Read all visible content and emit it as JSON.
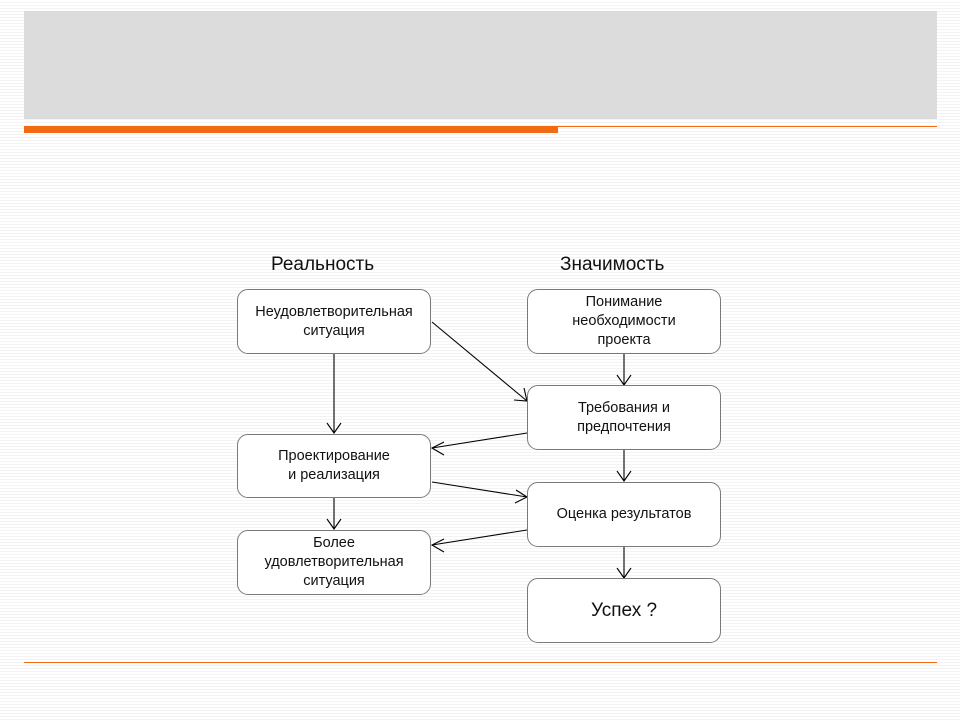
{
  "diagram": {
    "columns": {
      "left": "Реальность",
      "right": "Значимость"
    },
    "nodes": {
      "unsatisfactory": "Неудовлетворительная\nситуация",
      "design": "Проектирование\nи реализация",
      "better": "Более\nудовлетворительная\nситуация",
      "understanding": "Понимание\nнеобходимости\nпроекта",
      "requirements": "Требования и\nпредпочтения",
      "evaluation": "Оценка результатов",
      "success": "Успех ?"
    },
    "edges": [
      {
        "from": "unsatisfactory",
        "to": "design"
      },
      {
        "from": "unsatisfactory",
        "to": "requirements"
      },
      {
        "from": "understanding",
        "to": "requirements"
      },
      {
        "from": "requirements",
        "to": "design"
      },
      {
        "from": "requirements",
        "to": "evaluation"
      },
      {
        "from": "design",
        "to": "better"
      },
      {
        "from": "design",
        "to": "evaluation"
      },
      {
        "from": "evaluation",
        "to": "better"
      },
      {
        "from": "evaluation",
        "to": "success"
      }
    ]
  },
  "colors": {
    "accent": "#f26b12",
    "title_band": "#dcdcdc",
    "box_border": "#7a7a7a"
  }
}
